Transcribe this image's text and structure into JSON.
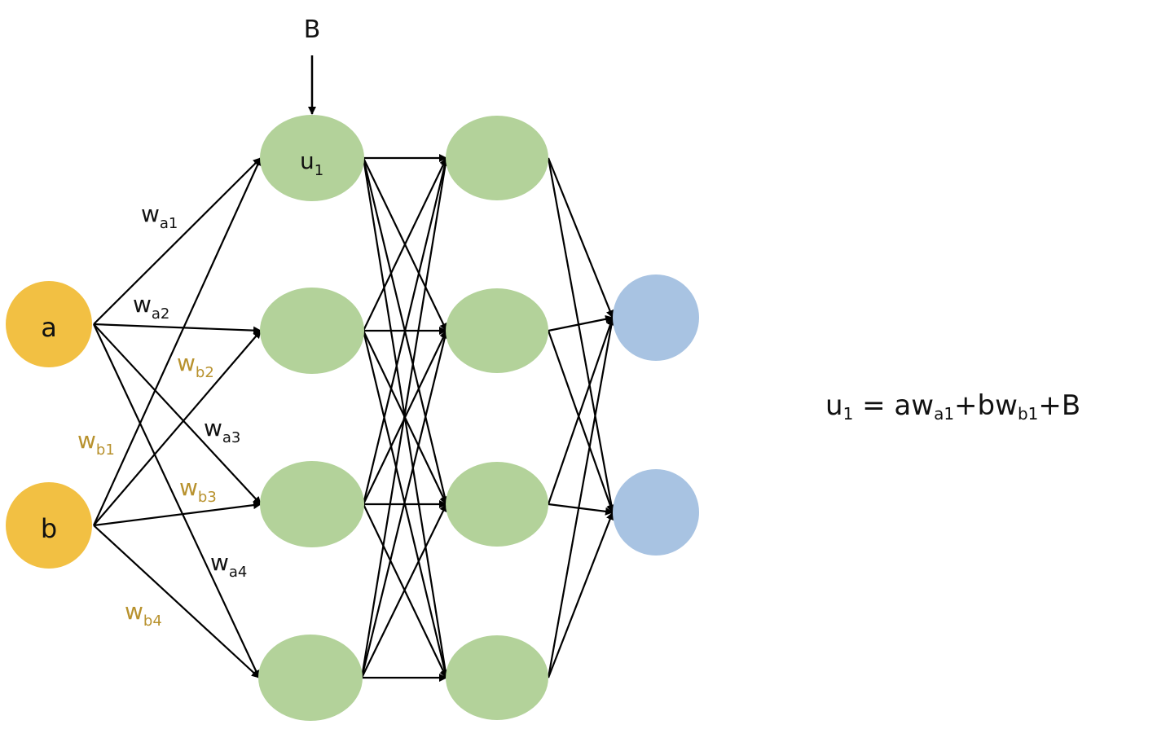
{
  "bias_label": "B",
  "input_a_label": "a",
  "input_b_label": "b",
  "u1_label": "u",
  "u1_sub": "1",
  "weights": {
    "wa1": {
      "base": "w",
      "sub": "a1"
    },
    "wa2": {
      "base": "w",
      "sub": "a2"
    },
    "wa3": {
      "base": "w",
      "sub": "a3"
    },
    "wa4": {
      "base": "w",
      "sub": "a4"
    },
    "wb1": {
      "base": "w",
      "sub": "b1"
    },
    "wb2": {
      "base": "w",
      "sub": "b2"
    },
    "wb3": {
      "base": "w",
      "sub": "b3"
    },
    "wb4": {
      "base": "w",
      "sub": "b4"
    }
  },
  "equation": {
    "lhs": "u",
    "lhs_sub": "1",
    "eq": " = ",
    "t1": "aw",
    "t1_sub": "a1",
    "plus1": "+",
    "t2": "bw",
    "t2_sub": "b1",
    "plus2": "+",
    "t3": "B"
  },
  "colors": {
    "input": "#F2C043",
    "hidden": "#B3D29A",
    "output": "#A8C3E2",
    "weight_a": "#111111",
    "weight_b": "#B8922E"
  }
}
